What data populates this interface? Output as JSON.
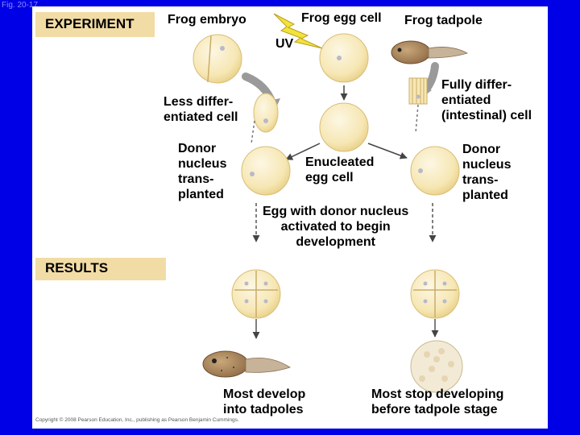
{
  "figure_tag": "Fig. 20-17",
  "headers": {
    "experiment": "EXPERIMENT",
    "results": "RESULTS"
  },
  "labels": {
    "frog_embryo": "Frog embryo",
    "frog_egg_cell": "Frog egg cell",
    "frog_tadpole": "Frog tadpole",
    "uv": "UV",
    "less_differentiated": "Less differ-\nentiated cell",
    "fully_differentiated": "Fully differ-\nentiated\n(intestinal) cell",
    "donor_left": "Donor\nnucleus\ntrans-\nplanted",
    "donor_right": "Donor\nnucleus\ntrans-\nplanted",
    "enucleated": "Enucleated\negg cell",
    "egg_with_donor": "Egg with donor nucleus\nactivated to begin\ndevelopment",
    "most_develop": "Most develop\ninto tadpoles",
    "most_stop": "Most stop developing\nbefore tadpole stage"
  },
  "copyright": "Copyright © 2008 Pearson Education, Inc., publishing as Pearson Benjamin Cummings.",
  "colors": {
    "background": "#0000e6",
    "header_bg": "#f2dca6",
    "cell_fill": "#f6e7b4",
    "arrow": "#8c8c8c",
    "uv_bolt": "#f2e23a"
  }
}
